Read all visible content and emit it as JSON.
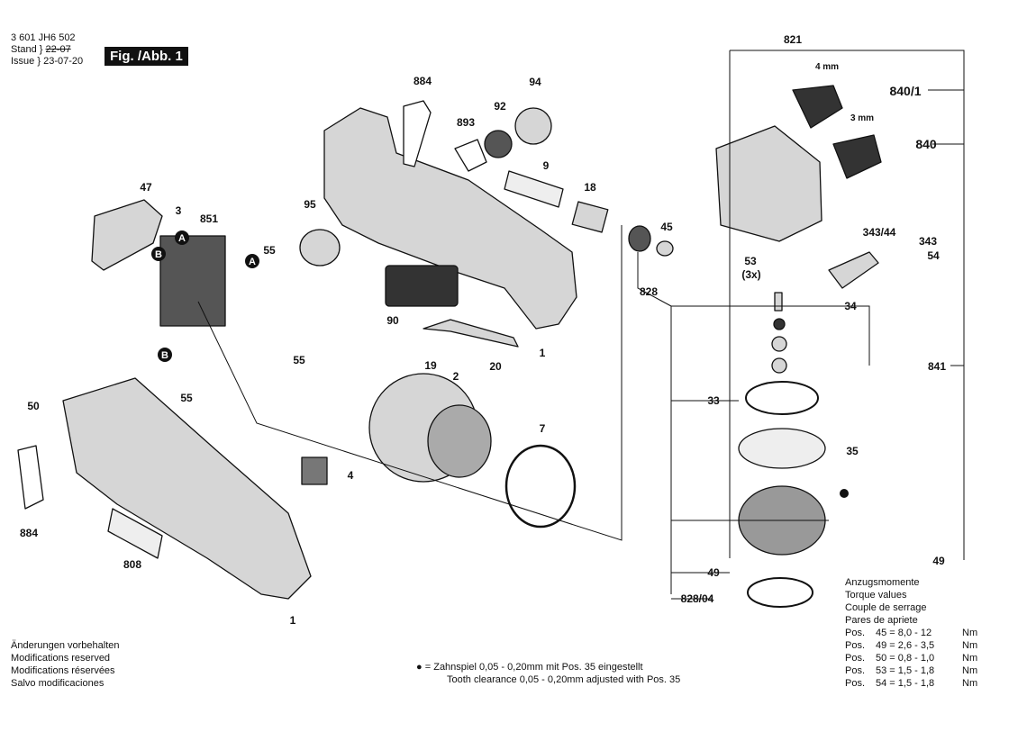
{
  "header": {
    "doc_number": "3 601 JH6 502",
    "stand_label": "Stand",
    "stand_value": "22-07",
    "issue_label": "Issue",
    "issue_value": "23-07-20",
    "figure": "Fig. /Abb. 1"
  },
  "part_labels": {
    "p884a": "884",
    "p94": "94",
    "p92": "92",
    "p893": "893",
    "p9": "9",
    "p18": "18",
    "p95": "95",
    "p47": "47",
    "p3": "3",
    "p851": "851",
    "pA1": "A",
    "pB1": "B",
    "pA2": "A",
    "p55a": "55",
    "p90": "90",
    "p19": "19",
    "p20": "20",
    "p1a": "1",
    "pB2": "B",
    "p55b": "55",
    "p55c": "55",
    "p2": "2",
    "p50": "50",
    "p7": "7",
    "p4": "4",
    "p884b": "884",
    "p808": "808",
    "p1b": "1",
    "p821": "821",
    "p4mm": "4 mm",
    "p840_1": "840/1",
    "p3mm": "3 mm",
    "p840": "840",
    "p45": "45",
    "p53": "53",
    "p3x": "(3x)",
    "p343_44": "343/44",
    "p343": "343",
    "p54": "54",
    "p828": "828",
    "p34": "34",
    "p841": "841",
    "p33": "33",
    "p35": "35",
    "p49a": "49",
    "p49b": "49",
    "p828_04": "828/04"
  },
  "notes": [
    "Änderungen vorbehalten",
    "Modifications reserved",
    "Modifications réservées",
    "Salvo modificaciones"
  ],
  "clearance": {
    "symbol": "●",
    "equals": "=",
    "line1": "Zahnspiel 0,05 - 0,20mm mit Pos. 35 eingestellt",
    "line2": "Tooth clearance 0,05 - 0,20mm adjusted with Pos. 35"
  },
  "torque": {
    "titles": [
      "Anzugsmomente",
      "Torque values",
      "Couple de serrage",
      "Pares de apriete"
    ],
    "rows": [
      {
        "pos": "Pos.",
        "val": "45 = 8,0 - 12",
        "unit": "Nm"
      },
      {
        "pos": "Pos.",
        "val": "49 = 2,6 - 3,5",
        "unit": "Nm"
      },
      {
        "pos": "Pos.",
        "val": "50 = 0,8 - 1,0",
        "unit": "Nm"
      },
      {
        "pos": "Pos.",
        "val": "53 = 1,5 - 1,8",
        "unit": "Nm"
      },
      {
        "pos": "Pos.",
        "val": "54 = 1,5 - 1,8",
        "unit": "Nm"
      }
    ]
  },
  "colors": {
    "ink": "#111111",
    "part_fill": "#d6d6d6",
    "part_dark": "#6e6e6e"
  }
}
